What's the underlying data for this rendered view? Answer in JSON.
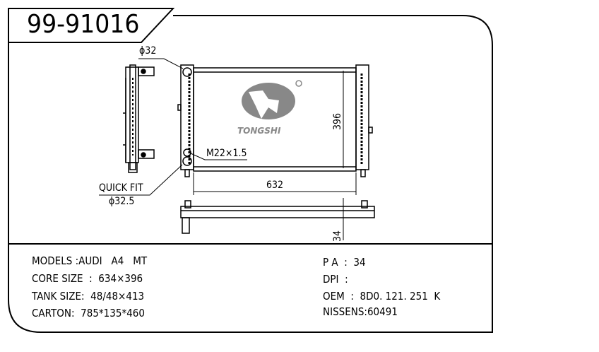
{
  "part_number": "99-91016",
  "drawing": {
    "inlet_diameter": "ϕ32",
    "outlet_thread": "M22×1.5",
    "quick_fit_label": "QUICK FIT",
    "quick_fit_diameter": "ϕ32.5",
    "height_dim": "396",
    "width_dim": "632",
    "depth_dim": "34",
    "logo_text": "TONGSHI"
  },
  "specs_left": [
    "MODELS :AUDI   A4   MT",
    "CORE SIZE  :  634×396",
    "TANK SIZE:  48/48×413",
    "CARTON:  785*135*460"
  ],
  "specs_right": [
    "P A  :  34",
    "DPI  :",
    "OEM  :  8D0. 121. 251  K",
    "NISSENS:60491"
  ]
}
